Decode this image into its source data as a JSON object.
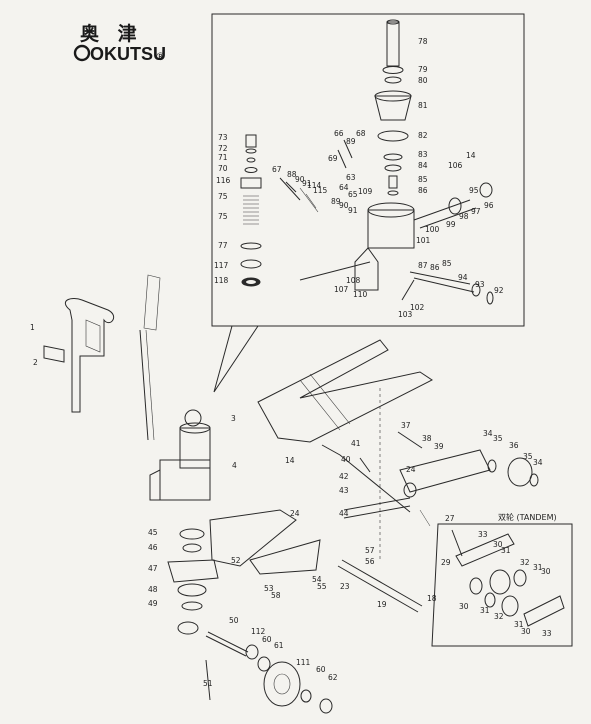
{
  "logo": {
    "chinese": "奥 津",
    "brand": "OKUTSU",
    "registered": "®"
  },
  "tandem_label": "双轮 (TANDEM)",
  "callouts_detail": [
    {
      "id": "78",
      "text": "78"
    },
    {
      "id": "79",
      "text": "79"
    },
    {
      "id": "80",
      "text": "80"
    },
    {
      "id": "81",
      "text": "81"
    },
    {
      "id": "82",
      "text": "82"
    },
    {
      "id": "83",
      "text": "83"
    },
    {
      "id": "84",
      "text": "84"
    },
    {
      "id": "85",
      "text": "85"
    },
    {
      "id": "86",
      "text": "86"
    },
    {
      "id": "73",
      "text": "73"
    },
    {
      "id": "72",
      "text": "72"
    },
    {
      "id": "71",
      "text": "71"
    },
    {
      "id": "70",
      "text": "70"
    },
    {
      "id": "116",
      "text": "116"
    },
    {
      "id": "75a",
      "text": "75"
    },
    {
      "id": "75b",
      "text": "75"
    },
    {
      "id": "77",
      "text": "77"
    },
    {
      "id": "117",
      "text": "117"
    },
    {
      "id": "118",
      "text": "118"
    },
    {
      "id": "66",
      "text": "66"
    },
    {
      "id": "68",
      "text": "68"
    },
    {
      "id": "89a",
      "text": "89"
    },
    {
      "id": "69",
      "text": "69"
    },
    {
      "id": "63",
      "text": "63"
    },
    {
      "id": "64",
      "text": "64"
    },
    {
      "id": "65",
      "text": "65"
    },
    {
      "id": "109",
      "text": "109"
    },
    {
      "id": "67",
      "text": "67"
    },
    {
      "id": "88",
      "text": "88"
    },
    {
      "id": "90a",
      "text": "90"
    },
    {
      "id": "91a",
      "text": "91"
    },
    {
      "id": "114",
      "text": "114"
    },
    {
      "id": "115",
      "text": "115"
    },
    {
      "id": "89b",
      "text": "89"
    },
    {
      "id": "90b",
      "text": "90"
    },
    {
      "id": "91b",
      "text": "91"
    },
    {
      "id": "106",
      "text": "106"
    },
    {
      "id": "14a",
      "text": "14"
    },
    {
      "id": "95",
      "text": "95"
    },
    {
      "id": "96",
      "text": "96"
    },
    {
      "id": "97",
      "text": "97"
    },
    {
      "id": "98",
      "text": "98"
    },
    {
      "id": "99",
      "text": "99"
    },
    {
      "id": "100",
      "text": "100"
    },
    {
      "id": "101",
      "text": "101"
    },
    {
      "id": "87",
      "text": "87"
    },
    {
      "id": "86b",
      "text": "86"
    },
    {
      "id": "85b",
      "text": "85"
    },
    {
      "id": "94",
      "text": "94"
    },
    {
      "id": "93",
      "text": "93"
    },
    {
      "id": "92",
      "text": "92"
    },
    {
      "id": "107",
      "text": "107"
    },
    {
      "id": "108",
      "text": "108"
    },
    {
      "id": "110",
      "text": "110"
    },
    {
      "id": "102",
      "text": "102"
    },
    {
      "id": "103",
      "text": "103"
    }
  ],
  "callouts_main": [
    {
      "id": "1",
      "text": "1"
    },
    {
      "id": "2",
      "text": "2"
    },
    {
      "id": "3",
      "text": "3"
    },
    {
      "id": "4",
      "text": "4"
    },
    {
      "id": "14",
      "text": "14"
    },
    {
      "id": "41",
      "text": "41"
    },
    {
      "id": "40",
      "text": "40"
    },
    {
      "id": "37",
      "text": "37"
    },
    {
      "id": "38",
      "text": "38"
    },
    {
      "id": "39",
      "text": "39"
    },
    {
      "id": "34a",
      "text": "34"
    },
    {
      "id": "35a",
      "text": "35"
    },
    {
      "id": "36",
      "text": "36"
    },
    {
      "id": "35b",
      "text": "35"
    },
    {
      "id": "34b",
      "text": "34"
    },
    {
      "id": "24a",
      "text": "24"
    },
    {
      "id": "42",
      "text": "42"
    },
    {
      "id": "43",
      "text": "43"
    },
    {
      "id": "44",
      "text": "44"
    },
    {
      "id": "24b",
      "text": "24"
    },
    {
      "id": "45",
      "text": "45"
    },
    {
      "id": "46",
      "text": "46"
    },
    {
      "id": "47",
      "text": "47"
    },
    {
      "id": "48",
      "text": "48"
    },
    {
      "id": "49",
      "text": "49"
    },
    {
      "id": "52",
      "text": "52"
    },
    {
      "id": "53",
      "text": "53"
    },
    {
      "id": "58",
      "text": "58"
    },
    {
      "id": "54",
      "text": "54"
    },
    {
      "id": "55",
      "text": "55"
    },
    {
      "id": "57",
      "text": "57"
    },
    {
      "id": "56",
      "text": "56"
    },
    {
      "id": "23",
      "text": "23"
    },
    {
      "id": "19",
      "text": "19"
    },
    {
      "id": "18",
      "text": "18"
    },
    {
      "id": "50",
      "text": "50"
    },
    {
      "id": "112",
      "text": "112"
    },
    {
      "id": "60a",
      "text": "60"
    },
    {
      "id": "61",
      "text": "61"
    },
    {
      "id": "111",
      "text": "111"
    },
    {
      "id": "60b",
      "text": "60"
    },
    {
      "id": "62",
      "text": "62"
    },
    {
      "id": "51",
      "text": "51"
    },
    {
      "id": "27",
      "text": "27"
    },
    {
      "id": "33a",
      "text": "33"
    },
    {
      "id": "29",
      "text": "29"
    },
    {
      "id": "30a",
      "text": "30"
    },
    {
      "id": "31a",
      "text": "31"
    },
    {
      "id": "32a",
      "text": "32"
    },
    {
      "id": "31b",
      "text": "31"
    },
    {
      "id": "30b",
      "text": "30"
    },
    {
      "id": "30c",
      "text": "30"
    },
    {
      "id": "31c",
      "text": "31"
    },
    {
      "id": "32b",
      "text": "32"
    },
    {
      "id": "31d",
      "text": "31"
    },
    {
      "id": "30d",
      "text": "30"
    },
    {
      "id": "33b",
      "text": "33"
    }
  ]
}
